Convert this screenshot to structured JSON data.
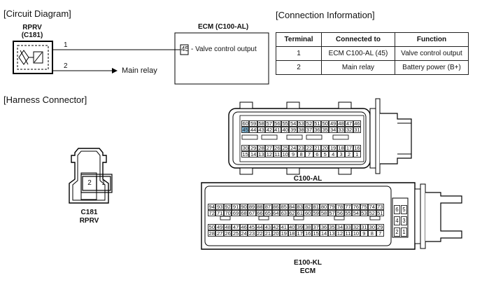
{
  "headings": {
    "circuit": "[Circuit Diagram]",
    "connection": "[Connection Information]",
    "harness": "[Harness Connector]"
  },
  "circuit": {
    "component_name": "RPRV",
    "component_id": "(C181)",
    "pin1": "1",
    "pin2": "2",
    "main_relay": "Main relay",
    "ecm_title": "ECM (C100-AL)",
    "ecm_pin": "45",
    "ecm_pin_desc": "- Valve control output"
  },
  "table": {
    "headers": [
      "Terminal",
      "Connected to",
      "Function"
    ],
    "rows": [
      [
        "1",
        "ECM C100-AL (45)",
        "Valve control output"
      ],
      [
        "2",
        "Main relay",
        "Battery power (B+)"
      ]
    ]
  },
  "c181": {
    "pins": [
      "2",
      "1"
    ],
    "id": "C181",
    "name": "RPRV"
  },
  "c100al": {
    "id": "C100-AL",
    "rows": [
      [
        "60",
        "59",
        "58",
        "57",
        "56",
        "55",
        "54",
        "53",
        "52",
        "51",
        "50",
        "49",
        "48",
        "47",
        "46"
      ],
      [
        "45",
        "44",
        "43",
        "42",
        "41",
        "40",
        "39",
        "38",
        "37",
        "36",
        "35",
        "34",
        "33",
        "32",
        "31"
      ],
      [
        "30",
        "29",
        "28",
        "27",
        "26",
        "25",
        "24",
        "23",
        "22",
        "21",
        "20",
        "19",
        "18",
        "17",
        "16"
      ],
      [
        "15",
        "14",
        "13",
        "12",
        "11",
        "10",
        "9",
        "8",
        "7",
        "6",
        "5",
        "4",
        "3",
        "2",
        "1"
      ]
    ],
    "highlight": "45"
  },
  "e100kl": {
    "id": "E100-KL",
    "name": "ECM",
    "rows": [
      [
        "94",
        "93",
        "92",
        "91",
        "90",
        "89",
        "88",
        "87",
        "86",
        "85",
        "84",
        "83",
        "82",
        "81",
        "80",
        "79",
        "78",
        "77",
        "76",
        "75",
        "74",
        "73"
      ],
      [
        "72",
        "71",
        "70",
        "69",
        "68",
        "67",
        "66",
        "65",
        "64",
        "63",
        "62",
        "61",
        "60",
        "59",
        "58",
        "57",
        "56",
        "55",
        "54",
        "53",
        "52",
        "51"
      ],
      [
        "50",
        "49",
        "48",
        "47",
        "46",
        "45",
        "44",
        "43",
        "42",
        "41",
        "40",
        "39",
        "38",
        "37",
        "36",
        "35",
        "34",
        "33",
        "32",
        "31",
        "30",
        "29"
      ],
      [
        "28",
        "27",
        "26",
        "25",
        "24",
        "23",
        "22",
        "21",
        "20",
        "19",
        "18",
        "17",
        "16",
        "15",
        "14",
        "13",
        "12",
        "11",
        "10",
        "9",
        "8",
        "7"
      ]
    ],
    "side": [
      [
        "6",
        "5"
      ],
      [
        "4",
        "3"
      ],
      [
        "2",
        "1"
      ]
    ]
  }
}
